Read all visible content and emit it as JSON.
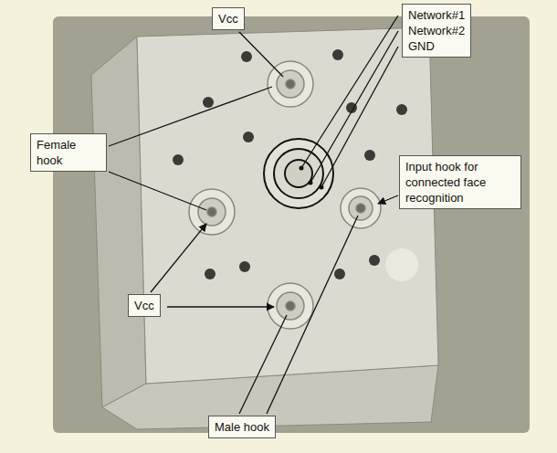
{
  "diagram": {
    "nodes": [
      {
        "text": [
          "Vcc"
        ]
      },
      {
        "text": [
          "Network#1",
          "Network#2",
          "GND"
        ]
      },
      {
        "text": [
          "Female hook"
        ]
      },
      {
        "text": [
          "Input hook for connected face recognition"
        ]
      },
      {
        "text": [
          "Vcc"
        ]
      },
      {
        "text": [
          "Male hook"
        ]
      }
    ]
  }
}
